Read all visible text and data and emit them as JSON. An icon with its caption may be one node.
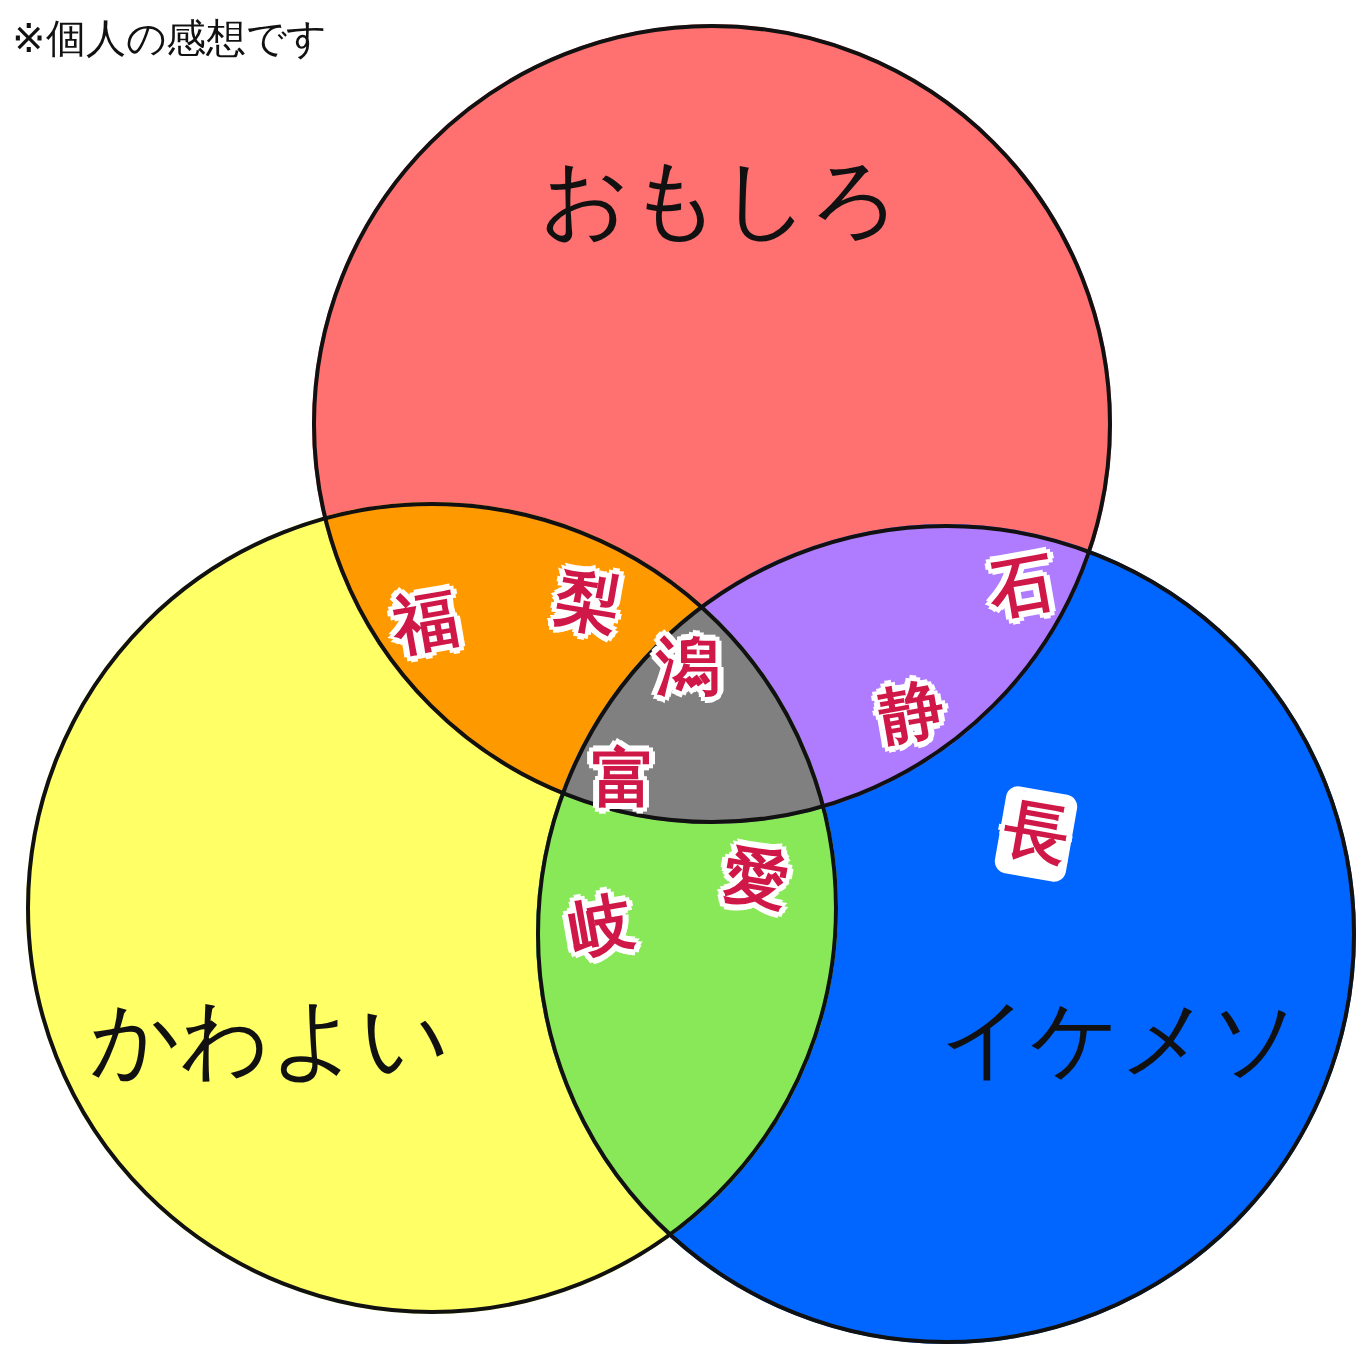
{
  "diagram": {
    "nodes": [
      {
        "text": [
          "おもしろ"
        ]
      },
      {
        "text": [
          "かわよい"
        ]
      },
      {
        "text": [
          "イケメソ"
        ]
      }
    ],
    "edges": [],
    "labels": [
      "※個人の感想です",
      "石",
      "福",
      "梨",
      "潟",
      "静",
      "富",
      "長",
      "岐",
      "愛"
    ]
  }
}
